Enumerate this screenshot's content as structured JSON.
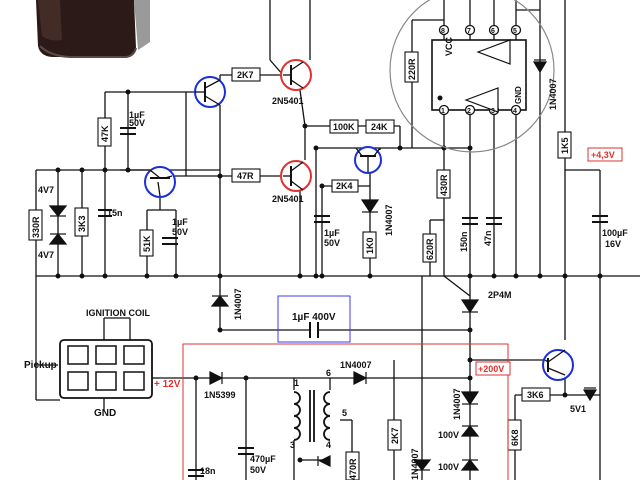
{
  "labels": {
    "r_2k7_top": "2K7",
    "q_2n5401_a": "2N5401",
    "q_2n5401_b": "2N5401",
    "r_47r": "47R",
    "r_47k": "47K",
    "c_1uf_a": "1µF",
    "c_50v_a": "50V",
    "r_100k": "100K",
    "r_24k": "24K",
    "r_2k4": "2K4",
    "d_1n4007_a": "1N4007",
    "c_1uf_b": "1µF",
    "c_50v_b": "50V",
    "r_1k0": "1K0",
    "z_4v7_a": "4V7",
    "z_4v7_b": "4V7",
    "r_330r": "330R",
    "r_3k3": "3K3",
    "c_15n": "15n",
    "r_51k": "51K",
    "c_1uf_c": "1µF",
    "c_50v_c": "50V",
    "r_220r": "220R",
    "ic_vcc": "VCC",
    "ic_gnd": "GND",
    "pin_8": "8",
    "pin_7": "7",
    "pin_6": "6",
    "pin_5": "5",
    "pin_1": "1",
    "pin_2": "2",
    "pin_3": "3",
    "pin_4": "4",
    "d_1n4007_b": "1N4007",
    "r_1k5": "1K5",
    "v_4v3": "+4,3V",
    "r_430r": "430R",
    "r_620r": "620R",
    "c_150n": "150n",
    "c_47n": "47n",
    "c_100uf": "100µF",
    "c_16v": "16V",
    "scr": "2P4M",
    "coil_title": "IGNITION COIL",
    "d_1n4007_c": "1N4007",
    "c_1uf_400v": "1µF 400V",
    "pickup": "Pickup",
    "gnd": "GND",
    "plus12": "+ 12V",
    "d_1n5399": "1N5399",
    "d_1n4007_d": "1N4007",
    "v_200v": "+200V",
    "r_3k6": "3K6",
    "z_5v1": "5V1",
    "t_1": "1",
    "t_6": "6",
    "t_5": "5",
    "t_3": "3",
    "t_4": "4",
    "d_1n4007_e": "1N4007",
    "z_100v_a": "100V",
    "z_100v_b": "100V",
    "r_6k8": "6K8",
    "r_2k7_low": "2K7",
    "d_1n4007_f": "1N4007",
    "c_470uf": "470µF",
    "c_50v_d": "50V",
    "r_470r": "470R",
    "c_18n": "18n"
  },
  "colors": {
    "wire": "#111111",
    "transistor_ring": "#1a2fd6",
    "pnp_ring": "#e03030",
    "highlight_red": "#e03030",
    "highlight_blue": "#3c3cf0",
    "magnifier": "#888888"
  }
}
